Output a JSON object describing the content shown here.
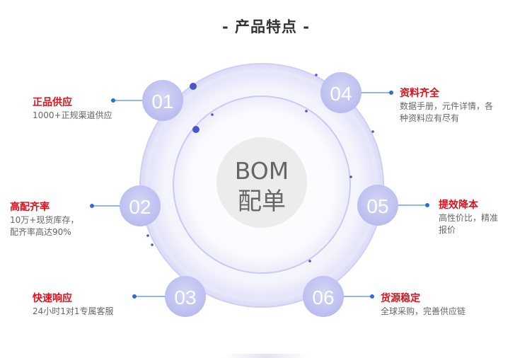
{
  "page_title": "- 产品特点 -",
  "center": {
    "line1": "BOM",
    "line2": "配单"
  },
  "features": [
    {
      "num": "01",
      "title": "正品供应",
      "desc": "1000+正规渠道供应"
    },
    {
      "num": "02",
      "title": "高配齐率",
      "desc": "10万+现货库存，\n配齐率高达90%"
    },
    {
      "num": "03",
      "title": "快速响应",
      "desc": "24小时1对1专属客服"
    },
    {
      "num": "04",
      "title": "资料齐全",
      "desc": "数据手册，元件详情，各\n种资料应有尽有"
    },
    {
      "num": "05",
      "title": "提效降本",
      "desc": "高性价比，精准\n报价"
    },
    {
      "num": "06",
      "title": "货源稳定",
      "desc": "全球采购，完善供应链"
    }
  ],
  "colors": {
    "accent_red": "#d8121c",
    "connector_blue": "#2a6fd6",
    "dot_blue": "#4a55c8",
    "ring_lavender": "#c6c8f4",
    "badge_fill": "#c3c5f2",
    "center_gray": "#ececec"
  }
}
